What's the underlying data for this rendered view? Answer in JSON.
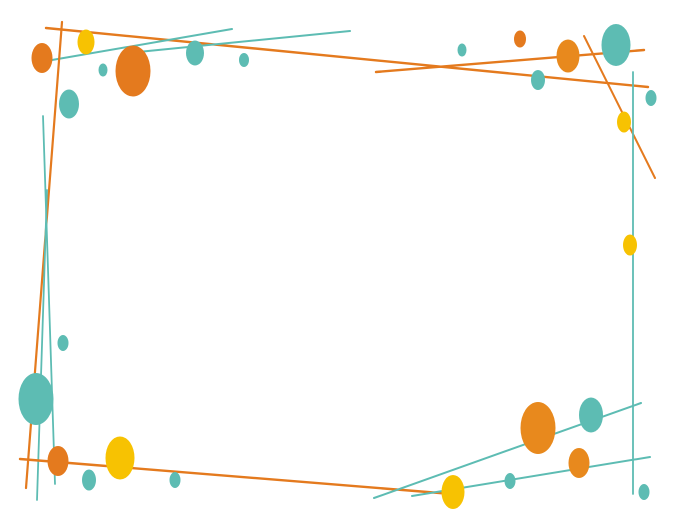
{
  "colors": {
    "background": "#ffffff",
    "teal": "#5dbcb3",
    "orange": "#e47a1e",
    "orange_light": "#e8891d",
    "yellow": "#f7c202"
  },
  "decoration": {
    "theme": "geometric-frame",
    "elements": [
      "line",
      "dot"
    ]
  }
}
